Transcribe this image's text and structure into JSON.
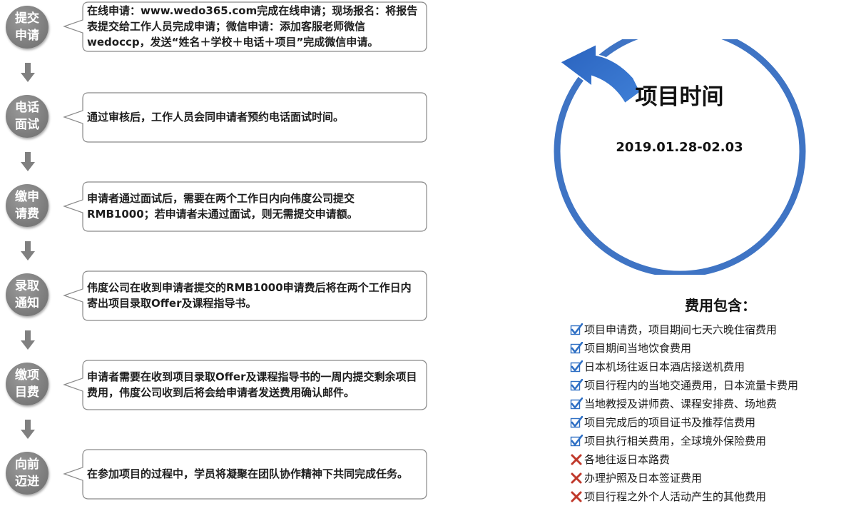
{
  "steps": [
    {
      "label": "提交申请",
      "text": "在线申请：www.wedo365.com完成在线申请；现场报名：将报告表提交给工作人员完成申请；微信申请：添加客服老师微信wedoccp，发送“姓名＋学校＋电话＋项目”完成微信申请。"
    },
    {
      "label": "电话面试",
      "text": "通过审核后，工作人员会同申请者预约电话面试时间。"
    },
    {
      "label": "缴申请费",
      "text": "申请者通过面试后，需要在两个工作日内向伟度公司提交RMB1000；若申请者未通过面试，则无需提交申请额。"
    },
    {
      "label": "录取通知",
      "text": "伟度公司在收到申请者提交的RMB1000申请费后将在两个工作日内寄出项目录取Offer及课程指导书。"
    },
    {
      "label": "缴项目费",
      "text": "申请者需要在收到项目录取Offer及课程指导书的一周内提交剩余项目费用，伟度公司收到后将会给申请者发送费用确认邮件。"
    },
    {
      "label": "向前迈进",
      "text": "在参加项目的过程中，学员将凝聚在团队协作精神下共同完成任务。"
    }
  ],
  "timeline": {
    "title": "项目时间",
    "date": "2019.01.28-02.03"
  },
  "fees": {
    "title": "费用包含：",
    "items": [
      {
        "text": "项目申请费，项目期间七天六晚住宿费用",
        "included": true
      },
      {
        "text": "项目期间当地饮食费用",
        "included": true
      },
      {
        "text": "日本机场往返日本酒店接送机费用",
        "included": true
      },
      {
        "text": "项目行程内的当地交通费用，日本流量卡费用",
        "included": true
      },
      {
        "text": "当地教授及讲师费、课程安排费、场地费",
        "included": true
      },
      {
        "text": "项目完成后的项目证书及推荐信费用",
        "included": true
      },
      {
        "text": "项目执行相关费用，全球境外保险费用",
        "included": true
      },
      {
        "text": "各地往返日本路费",
        "included": false
      },
      {
        "text": "办理护照及日本签证费用",
        "included": false
      },
      {
        "text": "项目行程之外个人活动产生的其他费用",
        "included": false
      }
    ]
  },
  "colors": {
    "ring": "#3f74c4",
    "accent_arrow": "#2f6ac6",
    "step_circle": "#808080",
    "check": "#2e6fc4",
    "cross": "#c0392b"
  }
}
